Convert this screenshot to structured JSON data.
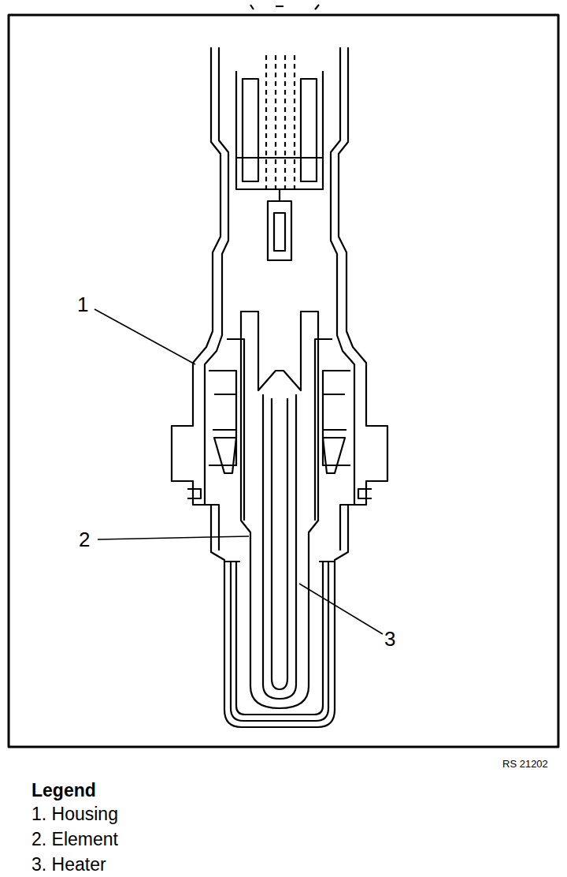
{
  "diagram": {
    "labels": [
      "1",
      "2",
      "3",
      "RS 21202",
      "Legend"
    ],
    "legend": [
      {
        "text": "1. Housing"
      },
      {
        "text": "2. Element"
      },
      {
        "text": "3. Heater"
      }
    ]
  }
}
